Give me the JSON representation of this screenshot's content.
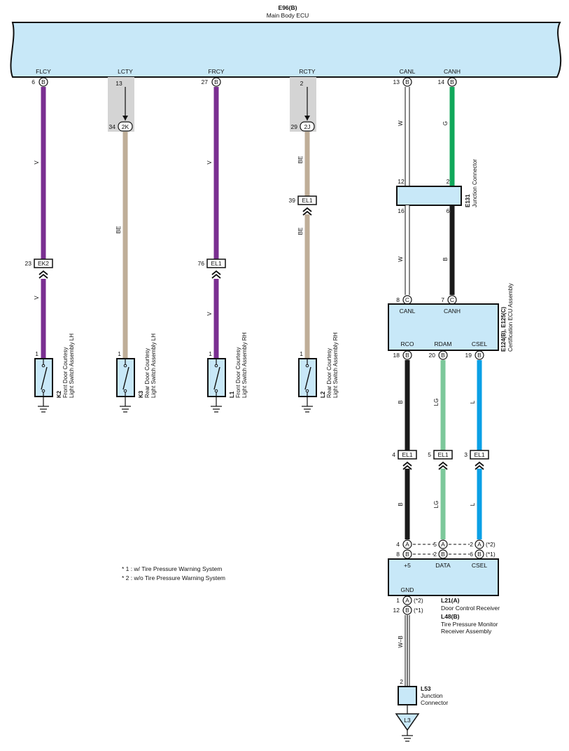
{
  "ecu": {
    "code": "E96(B)",
    "name": "Main Body ECU"
  },
  "terminals": {
    "flcy": {
      "label": "FLCY",
      "pin": "6",
      "conn": "B"
    },
    "lcty": {
      "label": "LCTY",
      "pin": "13"
    },
    "frcy": {
      "label": "FRCY",
      "pin": "27",
      "conn": "B"
    },
    "rcty": {
      "label": "RCTY",
      "pin": "2"
    },
    "canl": {
      "label": "CANL",
      "pin": "13",
      "conn": "B"
    },
    "canh": {
      "label": "CANH",
      "pin": "14",
      "conn": "B"
    }
  },
  "col1": {
    "wire_top": "V",
    "wire_bottom": "V",
    "conn_pin": "23",
    "conn_name": "EK2",
    "sw_pin": "1",
    "sw_code": "K2",
    "sw_name1": "Front Door Courtesy",
    "sw_name2": "Light Switch Assembly LH"
  },
  "col2": {
    "jc_pin": "34",
    "jc_name": "2K",
    "wire": "BE",
    "sw_pin": "1",
    "sw_code": "K3",
    "sw_name1": "Rear Door Courtesy",
    "sw_name2": "Light Switch Assembly LH"
  },
  "col3": {
    "wire_top": "V",
    "wire_bottom": "V",
    "conn_pin": "76",
    "conn_name": "EL1",
    "sw_pin": "1",
    "sw_code": "L1",
    "sw_name1": "Front Door Courtesy",
    "sw_name2": "Light Switch Assembly RH"
  },
  "col4": {
    "jc_pin": "29",
    "jc_name": "2J",
    "wire_top": "BE",
    "wire_bottom": "BE",
    "conn_pin": "39",
    "conn_name": "EL1",
    "sw_pin": "1",
    "sw_code": "L2",
    "sw_name1": "Rear Door Courtesy",
    "sw_name2": "Light Switch Assembly RH"
  },
  "can_wires": {
    "w1": "W",
    "g": "G",
    "w2": "W",
    "b": "B"
  },
  "e131": {
    "code": "E131",
    "name": "Junction Connector",
    "pin_tl": "12",
    "pin_tr": "2",
    "pin_bl": "16",
    "pin_br": "6"
  },
  "cert_ecu": {
    "code": "E124(B), E125(C)",
    "name": "Certification ECU Assembly",
    "pin_canl": "8",
    "conn_canl": "C",
    "pin_canh": "7",
    "conn_canh": "C",
    "lbl_canl": "CANL",
    "lbl_canh": "CANH",
    "lbl_rco": "RCO",
    "lbl_rdam": "RDAM",
    "lbl_csel": "CSEL",
    "pin_rco": "18",
    "pin_rdam": "20",
    "pin_csel": "19",
    "conn_out": "B"
  },
  "el1_row": {
    "pin_a": "4",
    "pin_b": "5",
    "pin_c": "3",
    "name": "EL1",
    "wire_a": "B",
    "wire_b": "LG",
    "wire_c": "L"
  },
  "receiver": {
    "row_a": {
      "p1": "4",
      "c1": "A",
      "p2": "5",
      "c2": "A",
      "p3": "2",
      "c3": "A",
      "note": "(*2)"
    },
    "row_b": {
      "p1": "8",
      "c1": "B",
      "p2": "2",
      "c2": "B",
      "p3": "6",
      "c3": "B",
      "note": "(*1)"
    },
    "lbl_plus5": "+5",
    "lbl_data": "DATA",
    "lbl_csel": "CSEL",
    "lbl_gnd": "GND",
    "gnd_a_pin": "1",
    "gnd_a_conn": "A",
    "gnd_a_note": "(*2)",
    "gnd_b_pin": "12",
    "gnd_b_conn": "B",
    "gnd_b_note": "(*1)",
    "code_a": "L21(A)",
    "name_a": "Door Control Receiver",
    "code_b": "L48(B)",
    "name_b1": "Tire Pressure Monitor",
    "name_b2": "Receiver Assembly"
  },
  "gnd_wire": "W–B",
  "l53": {
    "pin": "2",
    "code": "L53",
    "name1": "Junction",
    "name2": "Connector"
  },
  "ground_point": "L3",
  "notes": {
    "n1": "* 1 : w/ Tire Pressure Warning System",
    "n2": "* 2 : w/o Tire Pressure Warning System"
  },
  "colors": {
    "ecu_fill": "#c8e8f8",
    "violet": "#7a2f91",
    "beige": "#bfae98",
    "green": "#10a85a",
    "light_green": "#7cc89a",
    "blue": "#0aa0e6",
    "black": "#1a1a1a",
    "shade": "#d4d4d4"
  }
}
